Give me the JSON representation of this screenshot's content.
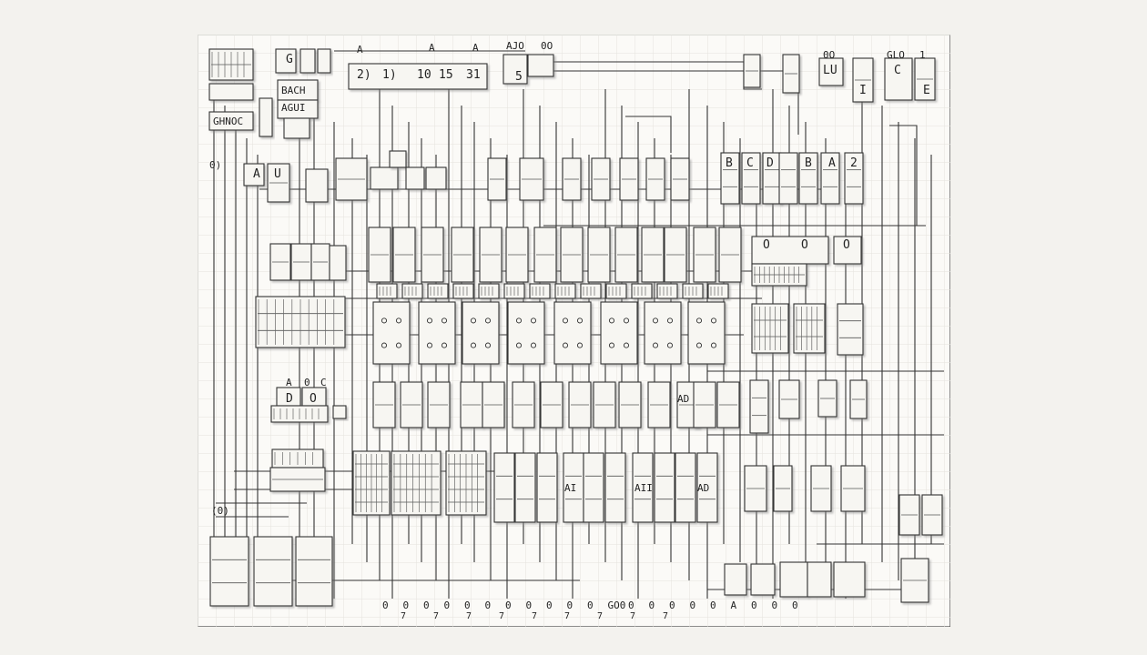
{
  "diagram": {
    "top_labels": [
      "A",
      "A",
      "A",
      "AJO",
      "0O",
      "0O",
      "GLO",
      "1"
    ],
    "main_register": [
      "2)",
      "1)",
      "10",
      "15",
      "31"
    ],
    "side_labels": [
      "BACH",
      "AGUI",
      "GHNOC",
      "0)",
      "(0)"
    ],
    "small_boxes": [
      "G",
      "A",
      "U",
      "5",
      "LU",
      "C",
      "I",
      "E",
      "B",
      "C",
      "D",
      "B",
      "A",
      "2"
    ],
    "mid_labels": [
      "A",
      "0",
      "C",
      "D",
      "O",
      "O",
      "O",
      "O"
    ],
    "lower_labels": [
      "AI",
      "AII",
      "AD",
      "AD"
    ],
    "bottom_digits": [
      "0",
      "0",
      "0",
      "0",
      "0",
      "0",
      "0",
      "0",
      "0",
      "0",
      "0",
      "GO0",
      "0",
      "0",
      "0",
      "0",
      "0",
      "A",
      "0",
      "0",
      "0"
    ],
    "bottom_sub": [
      "7",
      "7",
      "7",
      "7",
      "7",
      "7",
      "7",
      "7",
      "7"
    ]
  }
}
